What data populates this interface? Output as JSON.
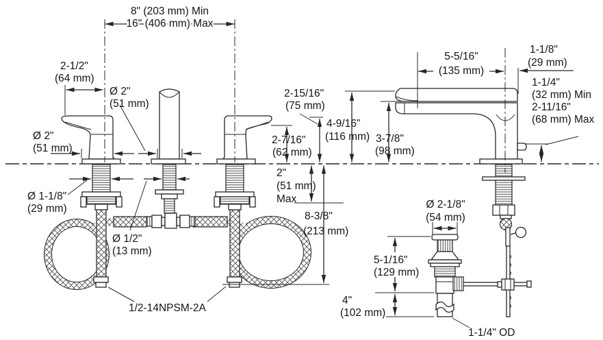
{
  "title": "Widespread lavatory faucet installation dimension drawing",
  "labels": {
    "spread": [
      "8\" (203 mm) Min",
      "16\" (406 mm) Max"
    ],
    "handle_length": [
      "2-1/2\"",
      "(64 mm)"
    ],
    "spout_diameter": [
      "Ø 2\"",
      "(51 mm)"
    ],
    "handle_diameter": [
      "Ø 2\"",
      "(51 mm)"
    ],
    "shank_diameter": [
      "Ø 1-1/8\"",
      "(29 mm)"
    ],
    "supply_tube_diameter": [
      "Ø 1/2\"",
      "(13 mm)"
    ],
    "supply_thread": "1/2-14NPSM-2A",
    "aerator_height": [
      "2-15/16\"",
      "(75 mm)"
    ],
    "handle_height": [
      "2-7/16\"",
      "(62 mm)"
    ],
    "overall_height": [
      "4-9/16\"",
      "(116 mm)"
    ],
    "spout_tip_height": [
      "3-7/8\"",
      "(98 mm)"
    ],
    "deck_thickness": [
      "2\"",
      "(51 mm)",
      "Max"
    ],
    "below_deck_length": [
      "8-3/8\"",
      "(213 mm)"
    ],
    "spout_reach": [
      "5-5/16\"",
      "(135 mm)"
    ],
    "body_depth": [
      "1-1/8\"",
      "(29 mm)"
    ],
    "outlet_height_range": [
      "1-1/4\"",
      "(32 mm) Min",
      "2-11/16\"",
      "(68 mm) Max"
    ],
    "drain_flange_diameter": [
      "Ø 2-1/8\"",
      "(54 mm)"
    ],
    "drain_height": [
      "5-1/16\"",
      "(129 mm)"
    ],
    "tailpiece_length": [
      "4\"",
      "(102 mm)"
    ],
    "tailpiece_od": "1-1/4\" OD"
  }
}
